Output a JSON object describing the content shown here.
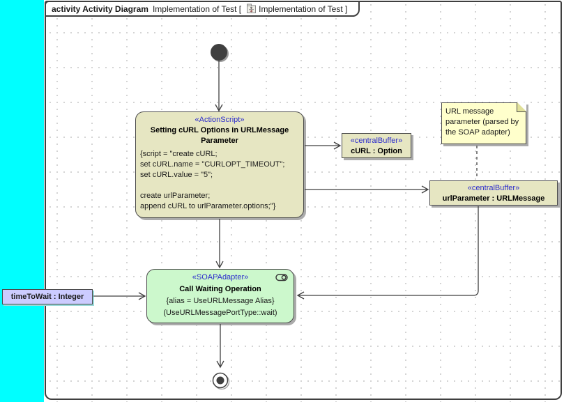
{
  "colors": {
    "outside_background": "#00FFFF",
    "canvas_background": "#FFFFFF",
    "stereotype_text": "#2B2BCC",
    "action_and_buffer_fill": "#E6E6C2",
    "note_fill": "#FFFFCC",
    "soap_adapter_fill": "#CCF8CC",
    "parameter_fill": "#CCCCFF",
    "line_color": "#3F3F3F"
  },
  "frame": {
    "tab": {
      "keyword": "activity Activity Diagram",
      "name_part": "Implementation of Test [",
      "context_part": "Implementation of Test ]"
    }
  },
  "nodes": {
    "action_script": {
      "stereotype": "«ActionScript»",
      "name_line1": "Setting cURL Options in URLMessage",
      "name_line2": "Parameter",
      "body": [
        "{script = \"create cURL;",
        "set cURL.name = \"CURLOPT_TIMEOUT\";",
        "set cURL.value = \"5\";",
        "",
        "create urlParameter;",
        "append cURL to urlParameter.options;\"}"
      ]
    },
    "curl_buffer": {
      "stereotype": "«centralBuffer»",
      "name": "cURL : Option"
    },
    "url_param_buffer": {
      "stereotype": "«centralBuffer»",
      "name": "urlParameter : URLMessage"
    },
    "note": {
      "lines": [
        "URL message",
        "parameter (parsed by",
        "the SOAP adapter)"
      ]
    },
    "soap_adapter": {
      "stereotype": "«SOAPAdapter»",
      "name": "Call Waiting Operation",
      "alias": "{alias = UseURLMessage Alias}",
      "operation": "(UseURLMessagePortType::wait)"
    },
    "parameter": {
      "name": "timeToWait : Integer"
    }
  }
}
